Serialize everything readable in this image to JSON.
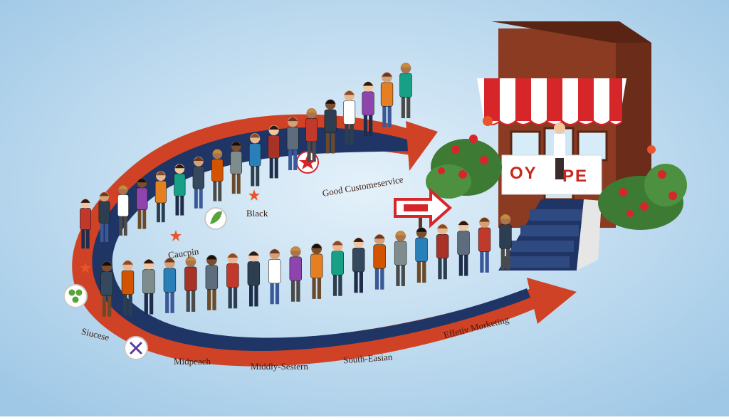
{
  "store": {
    "sign_left": "OY",
    "sign_right": "PE"
  },
  "labels": {
    "good_customer_service": "Good Customeservice",
    "black": "Black",
    "caucasian": "Caucpin",
    "success": "Siucese",
    "midpeach": "Midpeach",
    "middle_eastern": "Middly-Sestern",
    "south_asian": "South-Easian",
    "effective_marketing": "Effetiv Morketing"
  },
  "colors": {
    "background": "#c9e2f3",
    "path_red": "#cf4225",
    "path_navy": "#1f3566",
    "awning_red": "#d7262a",
    "brick": "#8a3b22"
  },
  "icons": [
    "star-badge-icon",
    "leaf-badge-icon",
    "triple-dots-badge-icon",
    "x-mark-badge-icon",
    "small-star-icon",
    "sign-arrow-icon"
  ]
}
